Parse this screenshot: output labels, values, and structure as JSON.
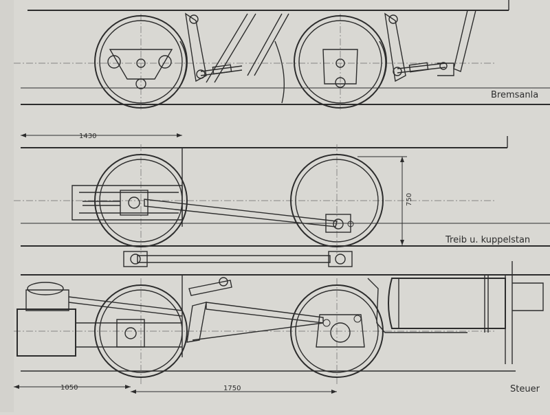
{
  "drawing": {
    "paper_color": "#d9d8d3",
    "line_color": "#2c2c2c",
    "labels": {
      "brake": "Bremsanla",
      "drive": "Treib u. kuppelstan",
      "valve": "Steuer"
    },
    "dimensions": {
      "top_offset": "1430",
      "wheel_diameter": "750",
      "bottom_offset": "1050",
      "wheel_base": "1750"
    }
  }
}
